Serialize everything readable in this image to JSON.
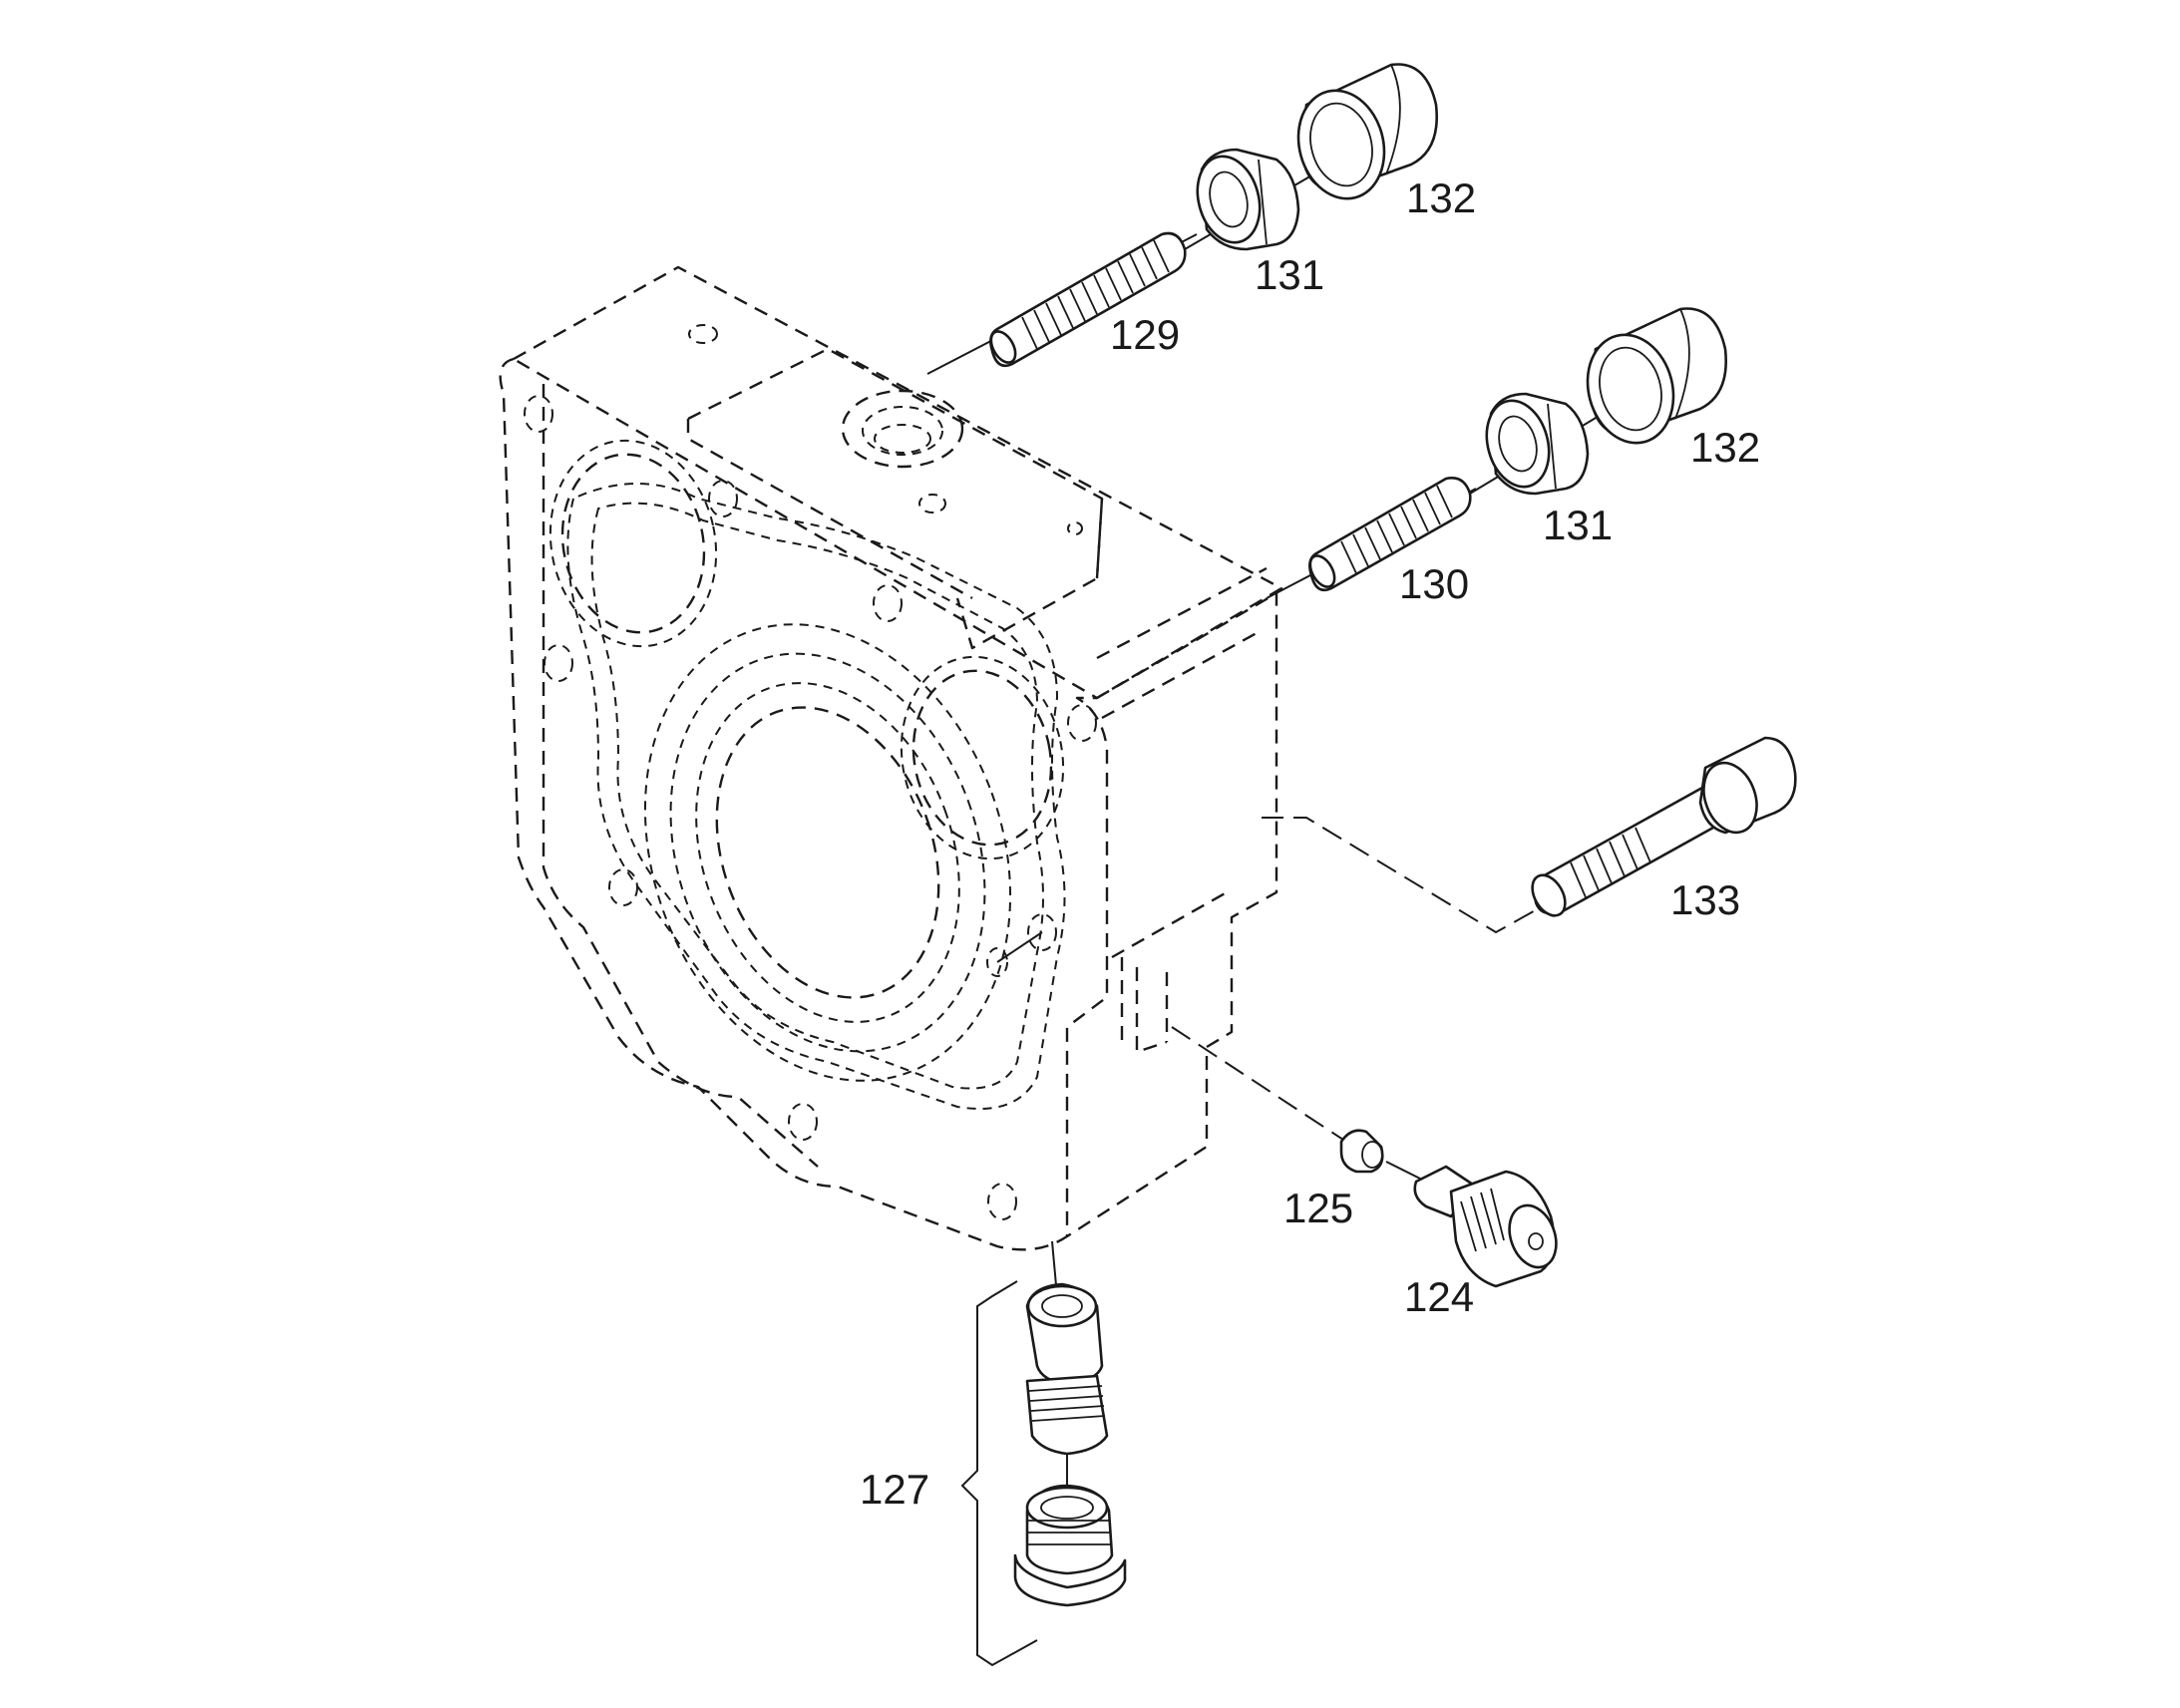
{
  "diagram": {
    "type": "exploded-parts-drawing",
    "line_color": "#1a1a1a",
    "background": "#ffffff",
    "callouts": {
      "p124": "124",
      "p125": "125",
      "p127": "127",
      "p129": "129",
      "p130": "130",
      "p131a": "131",
      "p131b": "131",
      "p132a": "132",
      "p132b": "132",
      "p133": "133"
    }
  }
}
